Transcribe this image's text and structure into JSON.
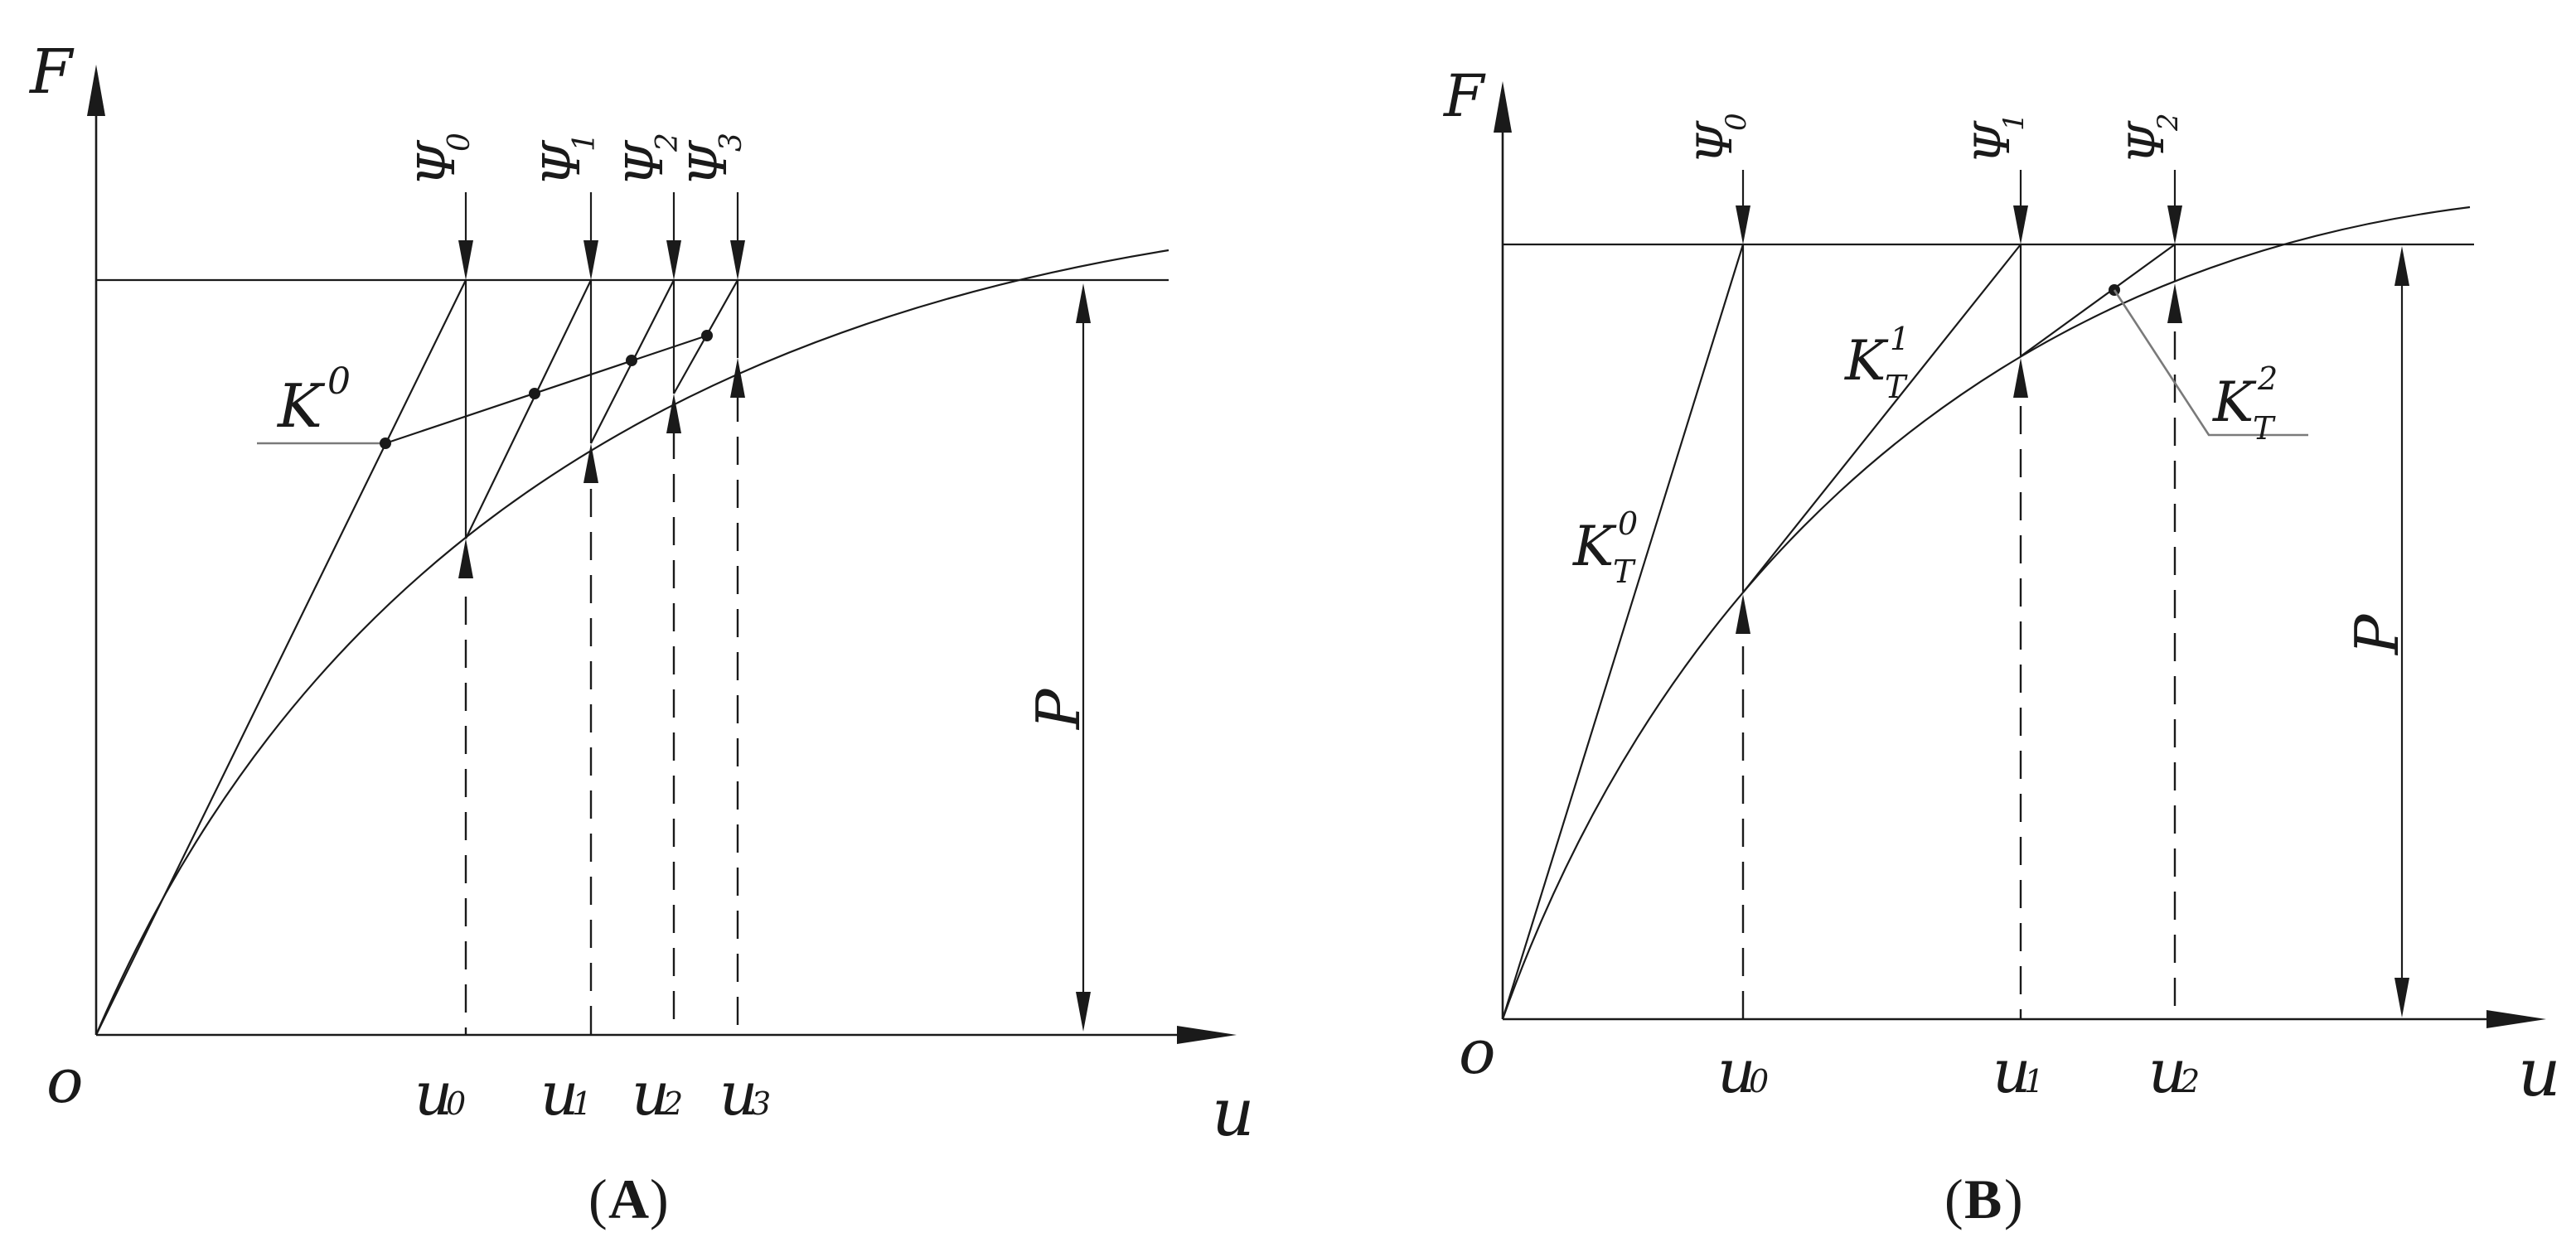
{
  "panels": [
    {
      "id": "A",
      "caption_open": "(",
      "caption_letter": "A",
      "caption_close": ")",
      "y_axis_label": "F",
      "x_axis_label": "u",
      "origin_label": "o",
      "load_label": "P",
      "stiffness_label": "K",
      "stiffness_sup": "0",
      "psi_labels": [
        {
          "base": "Ψ",
          "sub": "0"
        },
        {
          "base": "Ψ",
          "sub": "1"
        },
        {
          "base": "Ψ",
          "sub": "2"
        },
        {
          "base": "Ψ",
          "sub": "3"
        }
      ],
      "u_labels": [
        {
          "base": "u",
          "sub": "0"
        },
        {
          "base": "u",
          "sub": "1"
        },
        {
          "base": "u",
          "sub": "2"
        },
        {
          "base": "u",
          "sub": "3"
        }
      ]
    },
    {
      "id": "B",
      "caption_open": "(",
      "caption_letter": "B",
      "caption_close": ")",
      "y_axis_label": "F",
      "x_axis_label": "u",
      "origin_label": "o",
      "load_label": "P",
      "tangent_labels": [
        {
          "base": "K",
          "sub": "T",
          "sup": "0"
        },
        {
          "base": "K",
          "sub": "T",
          "sup": "1"
        },
        {
          "base": "K",
          "sub": "T",
          "sup": "2"
        }
      ],
      "psi_labels": [
        {
          "base": "Ψ",
          "sub": "0"
        },
        {
          "base": "Ψ",
          "sub": "1"
        },
        {
          "base": "Ψ",
          "sub": "2"
        }
      ],
      "u_labels": [
        {
          "base": "u",
          "sub": "0"
        },
        {
          "base": "u",
          "sub": "1"
        },
        {
          "base": "u",
          "sub": "2"
        }
      ]
    }
  ]
}
